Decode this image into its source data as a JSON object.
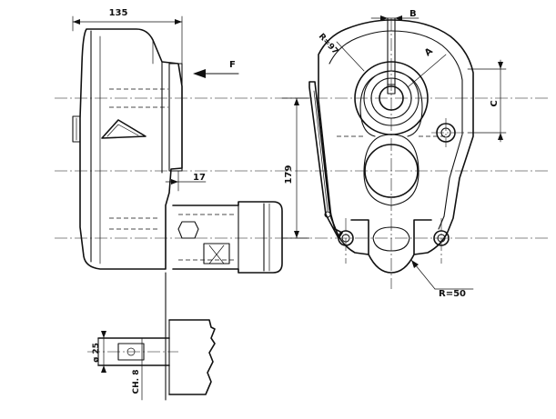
{
  "dimensions": {
    "width_135": "135",
    "height_179": "179",
    "offset_17": "17",
    "dia_25": "ø 25",
    "ch_8": "CH. 8",
    "radius_97": "R=97",
    "radius_50": "R=50",
    "label_A": "A",
    "label_B": "B",
    "label_C": "C",
    "force_F": "F"
  }
}
